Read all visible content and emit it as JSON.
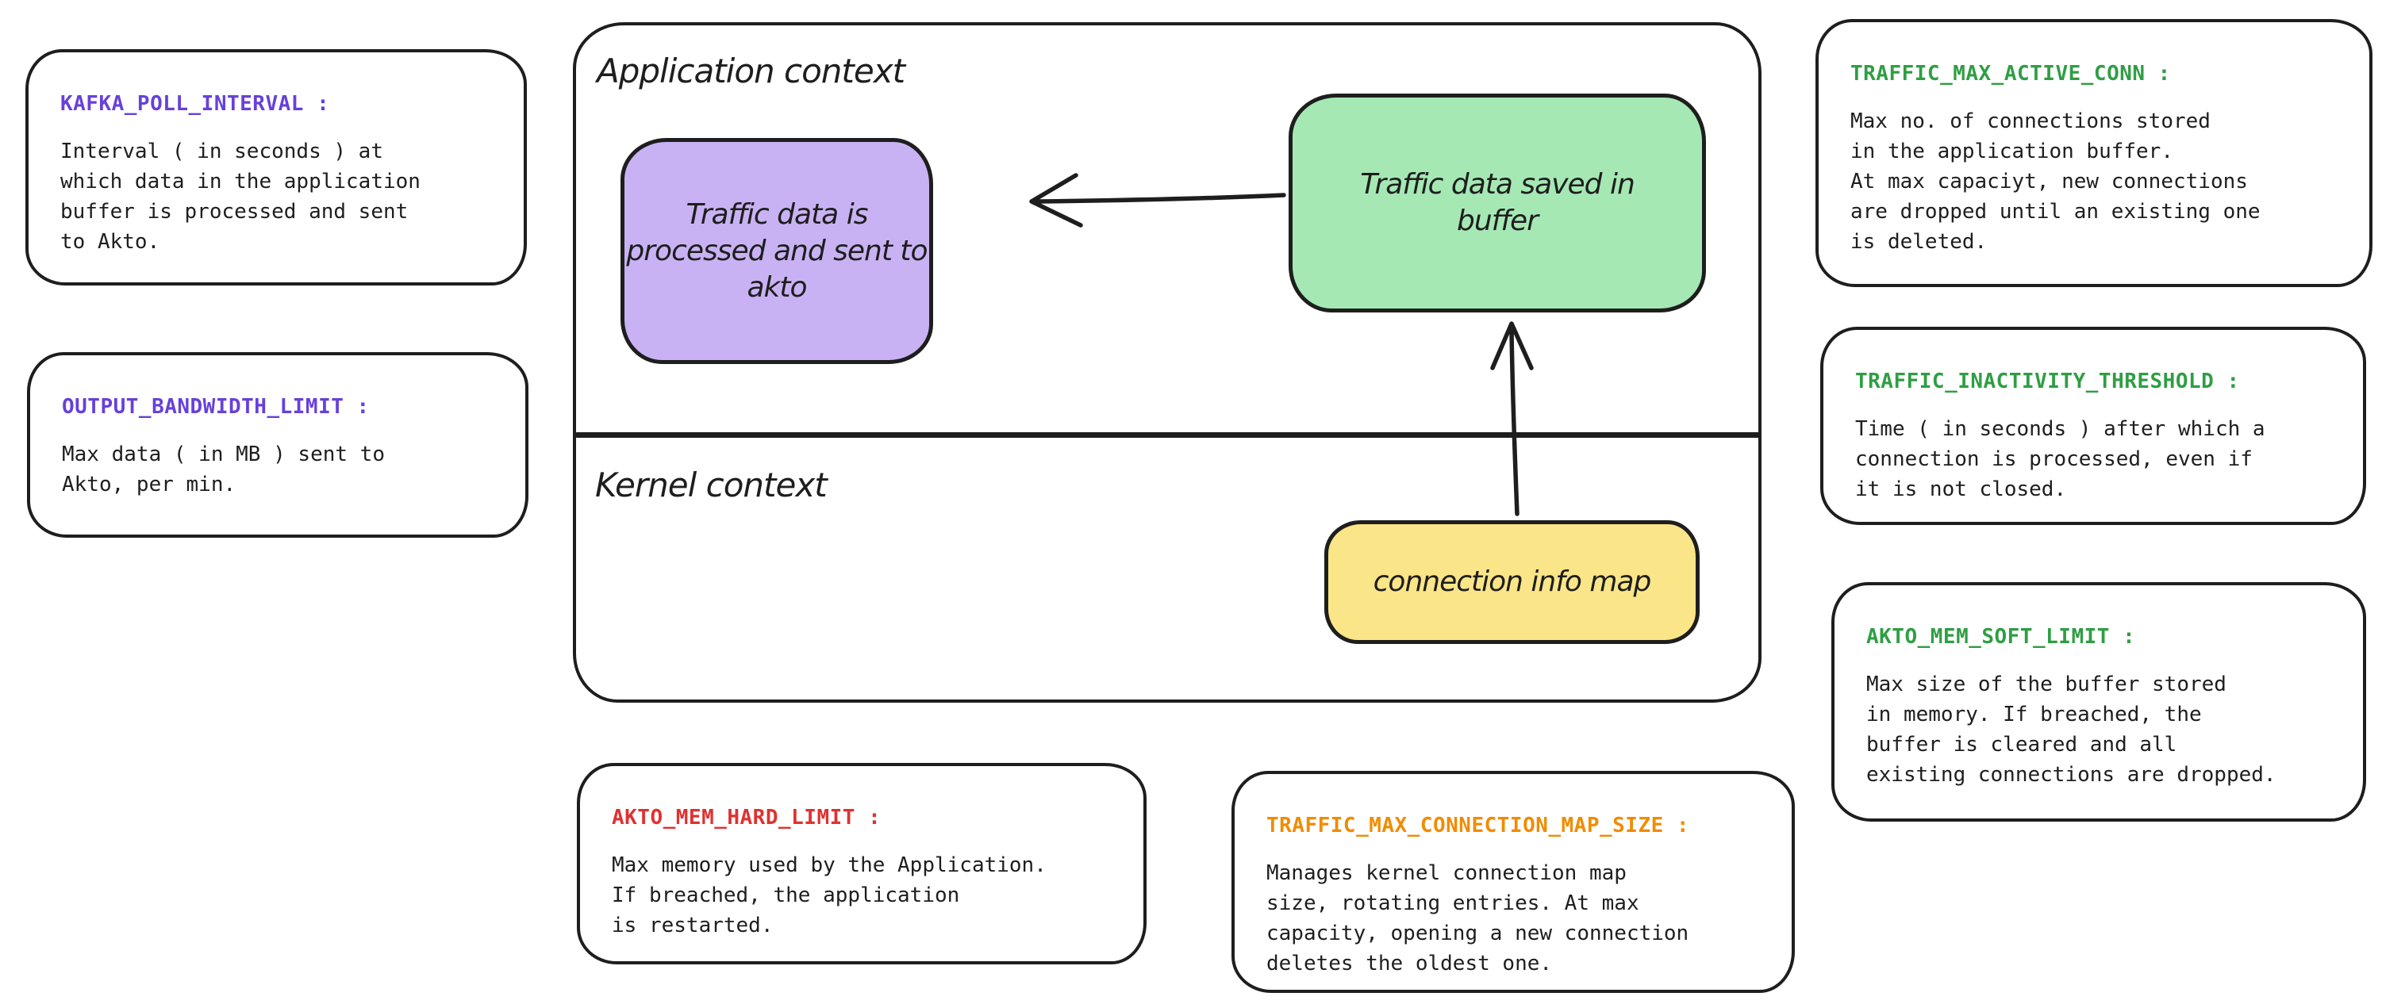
{
  "canvas": {
    "background": "#ffffff",
    "stroke": "#1e1e1e"
  },
  "diagram": {
    "app_zone_label": "Application context",
    "kernel_zone_label": "Kernel context",
    "nodes": {
      "processed": {
        "label": "Traffic data is\nprocessed and sent to\nakto",
        "fill": "#c9b2f4"
      },
      "buffer": {
        "label": "Traffic data saved in\nbuffer",
        "fill": "#a5e8b4"
      },
      "conn_map": {
        "label": "connection info map",
        "fill": "#fae588"
      }
    },
    "arrows": [
      {
        "name": "buffer-to-processed",
        "direction": "left"
      },
      {
        "name": "connmap-to-buffer",
        "direction": "up"
      }
    ]
  },
  "callouts": {
    "kafka_poll_interval": {
      "title": "KAFKA_POLL_INTERVAL :",
      "color": "#6741d9",
      "body": "Interval ( in seconds ) at\nwhich data in the application\nbuffer is processed and sent\nto Akto."
    },
    "output_bandwidth_limit": {
      "title": "OUTPUT_BANDWIDTH_LIMIT :",
      "color": "#6741d9",
      "body": "Max data ( in MB ) sent to\nAkto, per min."
    },
    "traffic_max_active_conn": {
      "title": "TRAFFIC_MAX_ACTIVE_CONN :",
      "color": "#2f9e44",
      "body": "Max no. of connections stored\nin the application buffer.\nAt max capaciyt, new connections\nare dropped until an existing one\nis deleted."
    },
    "traffic_inactivity_threshold": {
      "title": "TRAFFIC_INACTIVITY_THRESHOLD :",
      "color": "#2f9e44",
      "body": "Time ( in seconds ) after which a\nconnection is processed, even if\nit is not closed."
    },
    "akto_mem_soft_limit": {
      "title": "AKTO_MEM_SOFT_LIMIT :",
      "color": "#2f9e44",
      "body": "Max size of the buffer stored\nin memory. If breached, the\nbuffer is cleared and all\nexisting connections are dropped."
    },
    "akto_mem_hard_limit": {
      "title": "AKTO_MEM_HARD_LIMIT :",
      "color": "#e03131",
      "body": "Max memory used by the Application.\nIf breached, the application\nis restarted."
    },
    "traffic_max_connection_map_size": {
      "title": "TRAFFIC_MAX_CONNECTION_MAP_SIZE :",
      "color": "#f08c00",
      "body": "Manages kernel connection map\nsize, rotating entries. At max\ncapacity, opening a new connection\ndeletes the oldest one."
    }
  }
}
